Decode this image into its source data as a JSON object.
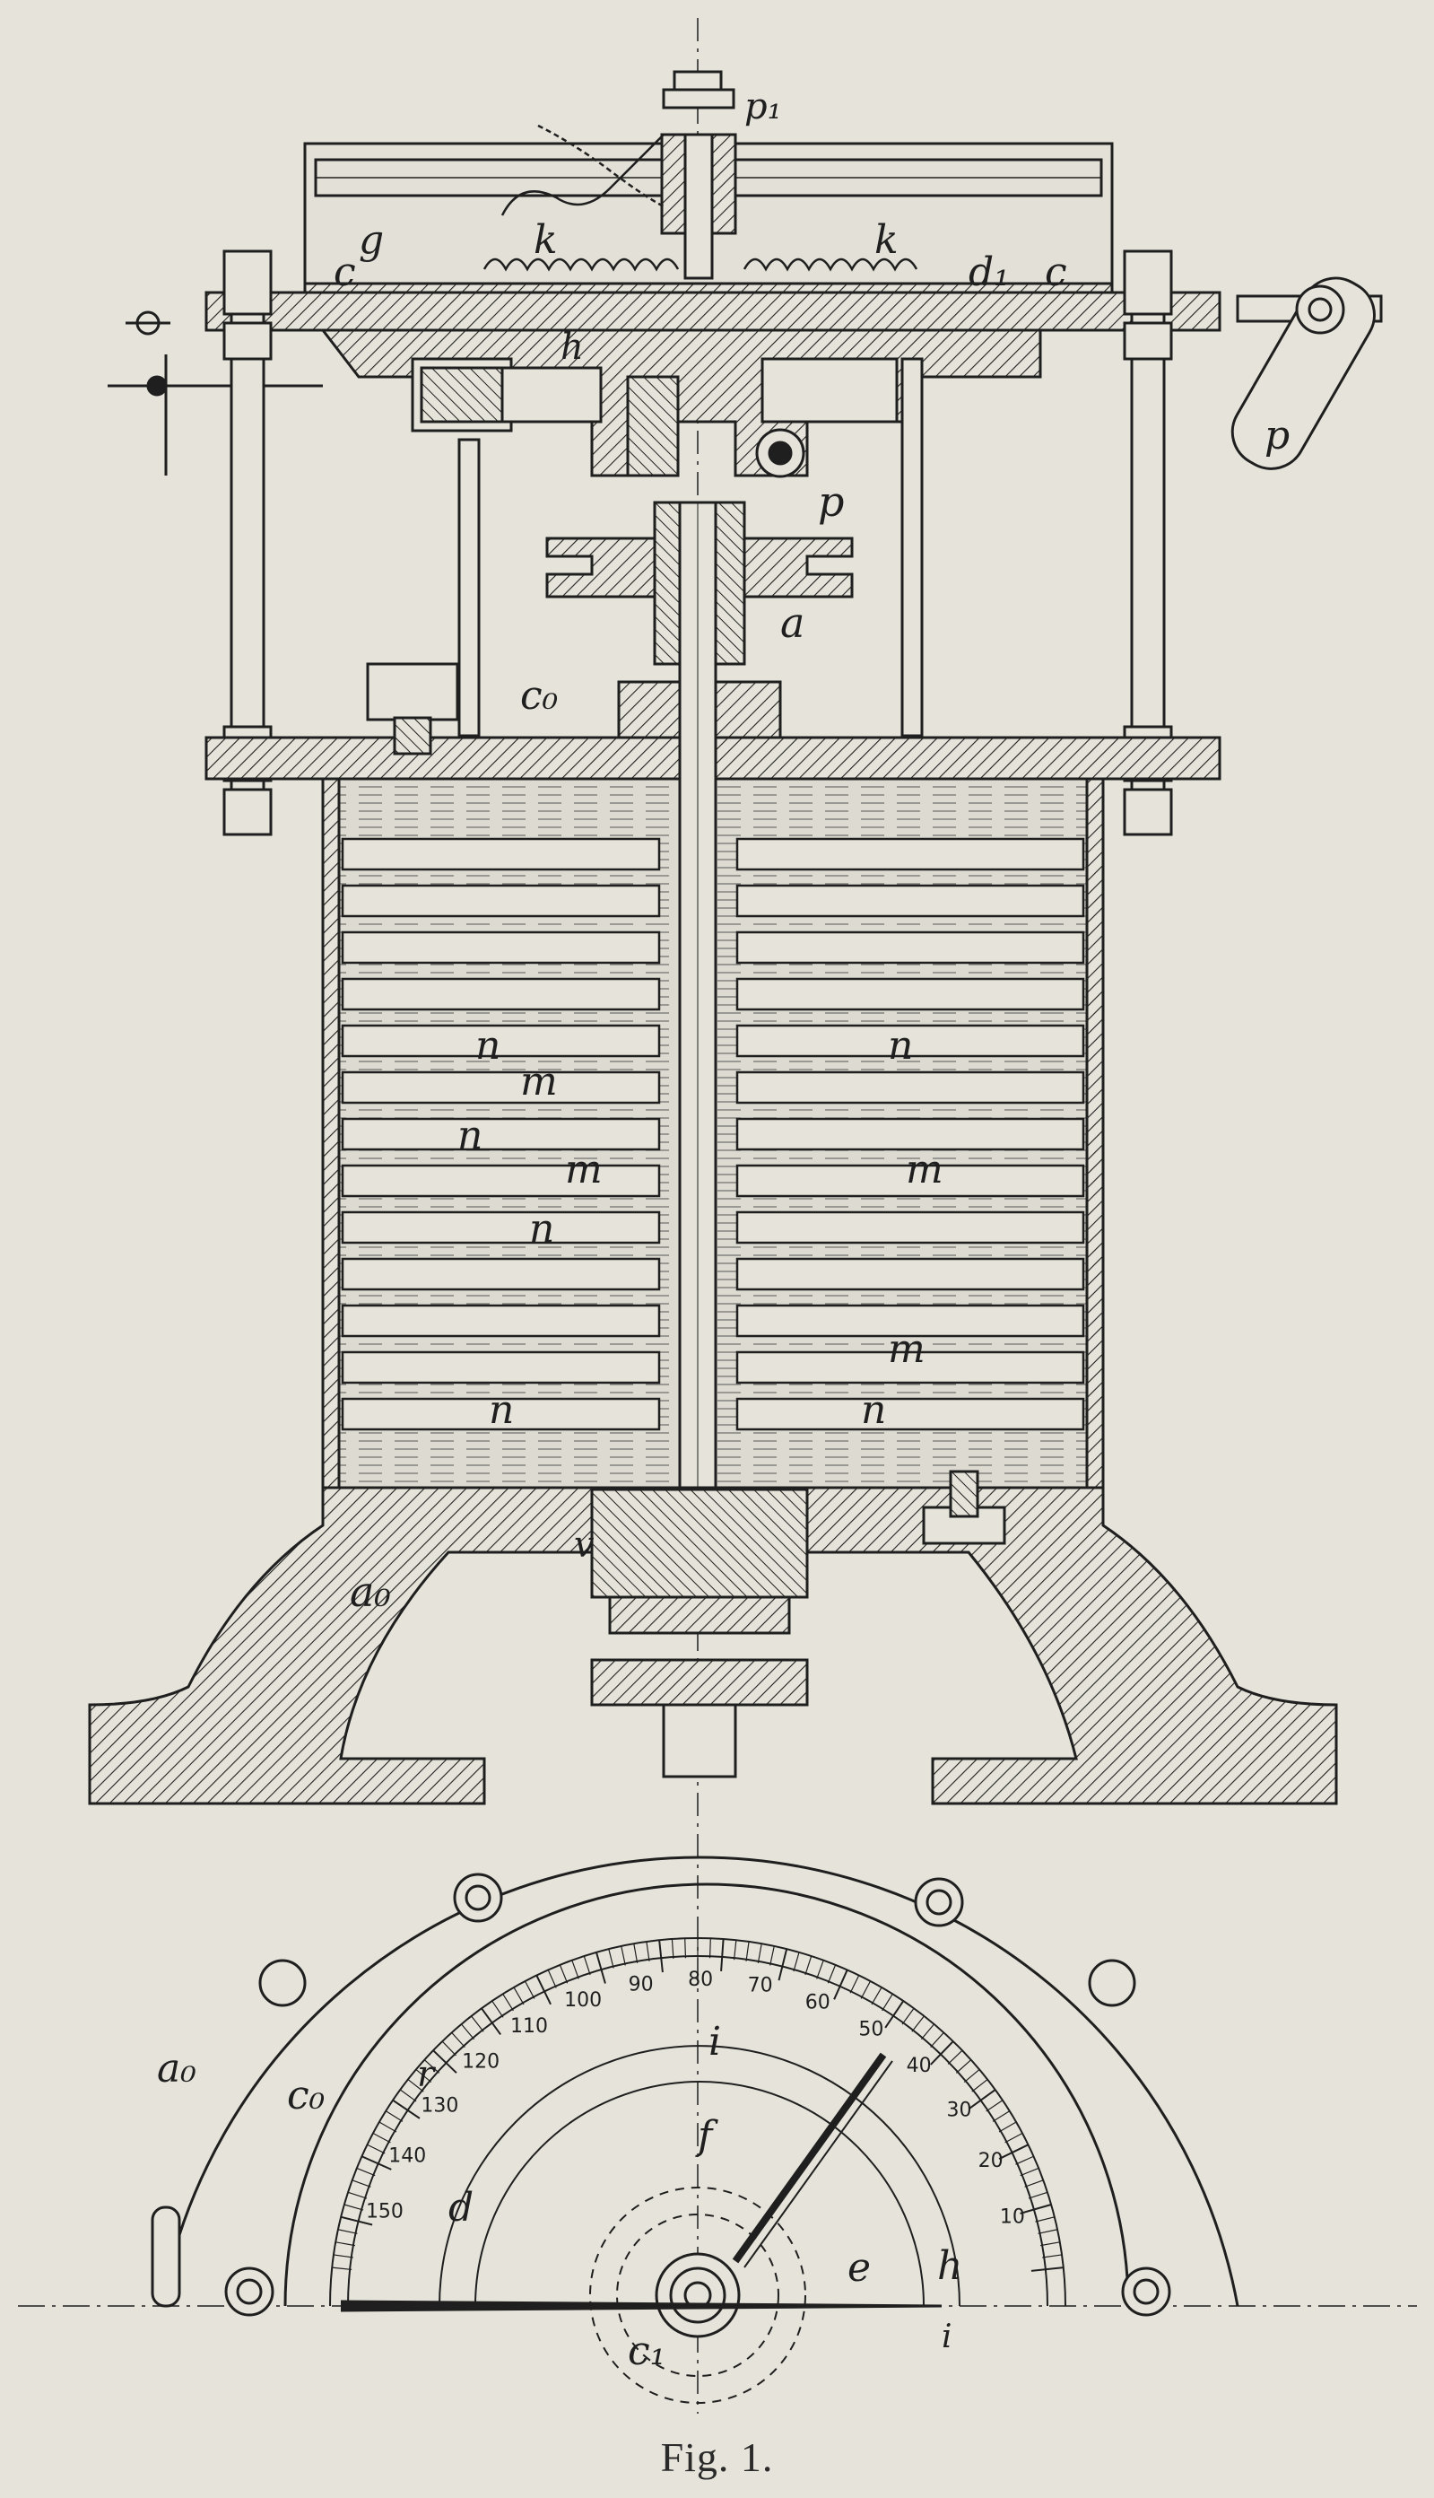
{
  "caption": "Fig. 1.",
  "labels": {
    "p1": "p₁",
    "g": "g",
    "k_left": "k",
    "k_right": "k",
    "c_left": "c",
    "c_right": "c",
    "d1": "d₁",
    "h_top": "h",
    "p_side": "p",
    "p": "p",
    "a": "a",
    "c0": "c₀",
    "n": "n",
    "m": "m",
    "v": "v",
    "a0": "a₀",
    "a0_dial": "a₀",
    "c0_dial": "c₀",
    "r": "r",
    "i": "i",
    "f": "f",
    "d": "d",
    "e": "e",
    "h": "h",
    "i_small": "i",
    "c1": "c₁"
  },
  "dial_scale": [
    "10",
    "20",
    "30",
    "40",
    "50",
    "60",
    "70",
    "80",
    "90",
    "100",
    "110",
    "120",
    "130",
    "140",
    "150"
  ],
  "colors": {
    "paper": "#e6e4da",
    "ink": "#1f1f1f",
    "fluid": "#d7d5cc"
  }
}
